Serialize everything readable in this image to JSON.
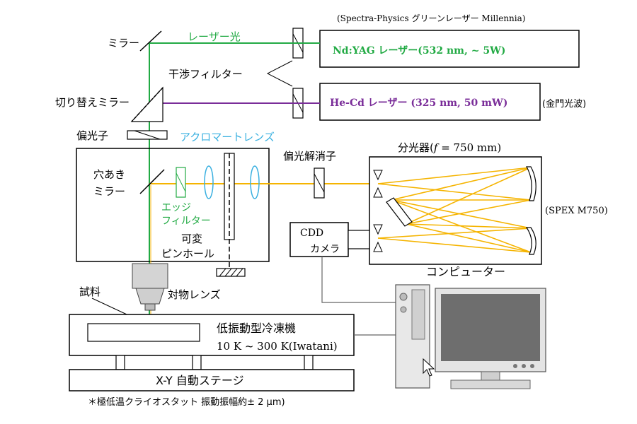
{
  "header_note": "(Spectra-Physics グリーンレーザー Millennia)",
  "lasers": {
    "green_beam_label": "レーザー光",
    "mirror_label": "ミラー",
    "ndyag_label": "Nd:YAG レーザー(532 nm, ~ 5W)",
    "interference_filter_label": "干渉フィルター",
    "switch_mirror_label": "切り替えミラー",
    "hecd_label": "He-Cd レーザー (325 nm, 50 mW)",
    "hecd_maker": "(金門光波)"
  },
  "optics": {
    "polarizer_label": "偏光子",
    "achromat_label": "アクロマートレンズ",
    "holed_mirror_line1": "穴あき",
    "holed_mirror_line2": "ミラー",
    "edge_filter_line1": "エッジ",
    "edge_filter_line2": "フィルター",
    "pinhole_line1": "可変",
    "pinhole_line2": "ピンホール",
    "depolarizer_label": "偏光解消子",
    "objective_label": "対物レンズ",
    "sample_label": "試料"
  },
  "spectrometer": {
    "title": "分光器(",
    "f_symbol": "f",
    "f_value": " = 750 mm)",
    "model": "(SPEX M750)"
  },
  "camera": {
    "line1": "CDD",
    "line2": "カメラ"
  },
  "computer_label": "コンピューター",
  "cryostat": {
    "line1": "低振動型冷凍機",
    "line2": "10 K ~ 300 K(Iwatani)"
  },
  "stage_label": "X-Y 自動ステージ",
  "footnote": "＊極低温クライオスタット 振動振幅約± 2 μm)",
  "colors": {
    "green_laser": "#22aa44",
    "purple_laser": "#7a2d99",
    "raman_beam": "#f5b400",
    "achromat": "#3ab0e0",
    "sample": "#6b2a8c"
  }
}
